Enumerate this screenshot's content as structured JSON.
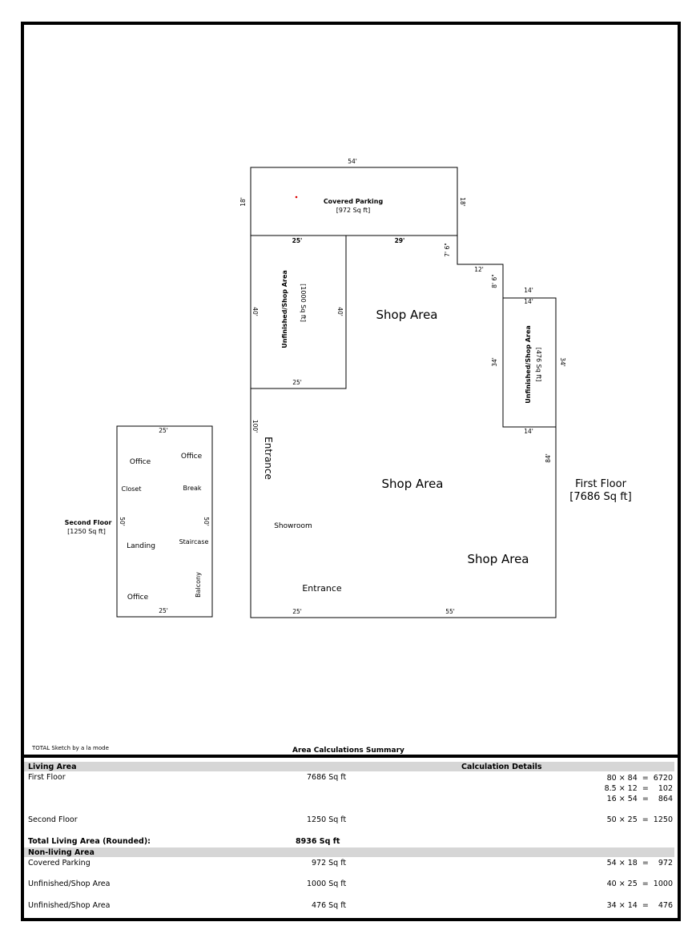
{
  "sketch": {
    "covered_parking": {
      "title": "Covered Parking",
      "area": "[972 Sq ft]",
      "dim_top": "54'",
      "dim_left": "18'",
      "dim_right": "18'"
    },
    "internal_dims": {
      "d25": "25'",
      "d29": "29'",
      "d7_6": "7' 6\"",
      "d12": "12'",
      "d8_6": "8' 6\"",
      "d14a": "14'",
      "d14b": "14'",
      "d34l": "34'",
      "d34r": "34'",
      "d14c": "14'",
      "d84": "84'",
      "d100": "100'",
      "d25b": "25'",
      "d55": "55'"
    },
    "unfinished_1": {
      "title": "Unfinished/Shop Area",
      "area": "[1000 Sq ft]",
      "dim_left": "40'",
      "dim_right": "40'",
      "dim_bottom": "25'"
    },
    "unfinished_2": {
      "title": "Unfinished/Shop Area",
      "area": "[476 Sq ft]"
    },
    "first_floor": {
      "title": "First Floor",
      "area": "[7686 Sq ft]",
      "labels": {
        "shop1": "Shop Area",
        "shop2": "Shop Area",
        "shop3": "Shop Area",
        "entrance_v": "Entrance",
        "showroom": "Showroom",
        "entrance_h": "Entrance"
      }
    },
    "second_floor": {
      "title": "Second Floor",
      "area": "[1250 Sq ft]",
      "dim_top": "25'",
      "dim_bottom": "25'",
      "dim_left": "50'",
      "dim_right": "50'",
      "rooms": {
        "office1": "Office",
        "office2": "Office",
        "closet": "Closet",
        "break": "Break",
        "landing": "Landing",
        "staircase": "Staircase",
        "office3": "Office",
        "balcony": "Balcony"
      }
    }
  },
  "footer": {
    "left": "TOTAL Sketch by a la mode",
    "title": "Area Calculations Summary"
  },
  "summary": {
    "living_header": "Living Area",
    "calc_header": "Calculation Details",
    "rows": [
      {
        "name": "First Floor",
        "area": "7686 Sq ft",
        "calc": "80 × 84  =  6720\n8.5 × 12  =    102\n16 × 54  =    864"
      },
      {
        "name": "Second Floor",
        "area": "1250 Sq ft",
        "calc": "50 × 25  =  1250"
      }
    ],
    "total_label": "Total Living Area (Rounded):",
    "total_value": "8936 Sq ft",
    "nonliving_header": "Non-living Area",
    "nonliving_rows": [
      {
        "name": "Covered Parking",
        "area": "972 Sq ft",
        "calc": "54 × 18  =    972"
      },
      {
        "name": "Unfinished/Shop Area",
        "area": "1000 Sq ft",
        "calc": "40 × 25  =  1000"
      },
      {
        "name": "Unfinished/Shop Area",
        "area": "476 Sq ft",
        "calc": "34 × 14  =    476"
      }
    ]
  }
}
